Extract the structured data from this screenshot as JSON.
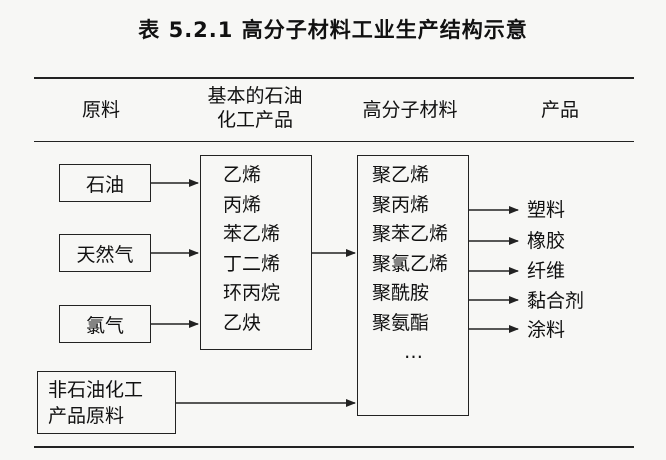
{
  "title": "表 5.2.1    高分子材料工业生产结构示意",
  "headers": {
    "raw": "原料",
    "basic_line1": "基本的石油",
    "basic_line2": "化工产品",
    "polymer": "高分子材料",
    "product": "产品"
  },
  "raw_materials": [
    "石油",
    "天然气",
    "氯气"
  ],
  "non_petro": {
    "line1": "非石油化工",
    "line2": "产品原料"
  },
  "basic_products": [
    "乙烯",
    "丙烯",
    "苯乙烯",
    "丁二烯",
    "环丙烷",
    "乙炔"
  ],
  "polymers": [
    "聚乙烯",
    "聚丙烯",
    "聚苯乙烯",
    "聚氯乙烯",
    "聚酰胺",
    "聚氨酯",
    "…"
  ],
  "products": [
    "塑料",
    "橡胶",
    "纤维",
    "黏合剂",
    "涂料"
  ]
}
